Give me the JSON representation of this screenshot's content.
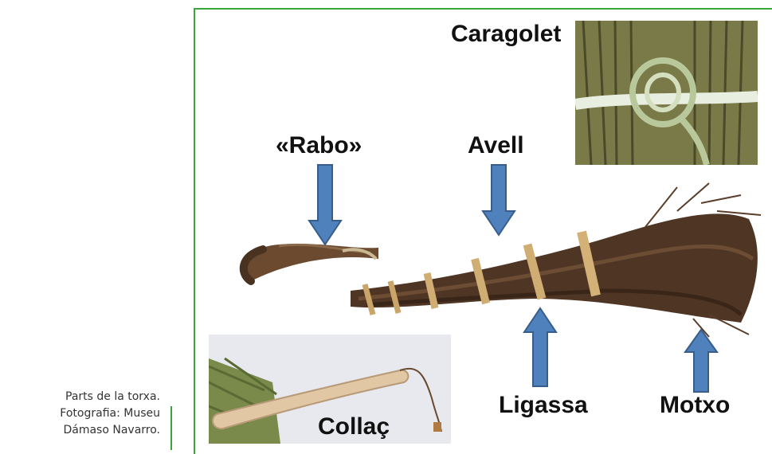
{
  "caption": {
    "line1": "Parts de la torxa.",
    "line2": "Fotografia: Museu",
    "line3": "Dámaso Navarro."
  },
  "labels": {
    "rabo": "«Rabo»",
    "avell": "Avell",
    "caragolet": "Caragolet",
    "ligassa": "Ligassa",
    "motxo": "Motxo",
    "collac": "Collaç"
  },
  "colors": {
    "frame": "#3aa53a",
    "arrow_fill": "#4f81bd",
    "arrow_stroke": "#385d8a"
  }
}
